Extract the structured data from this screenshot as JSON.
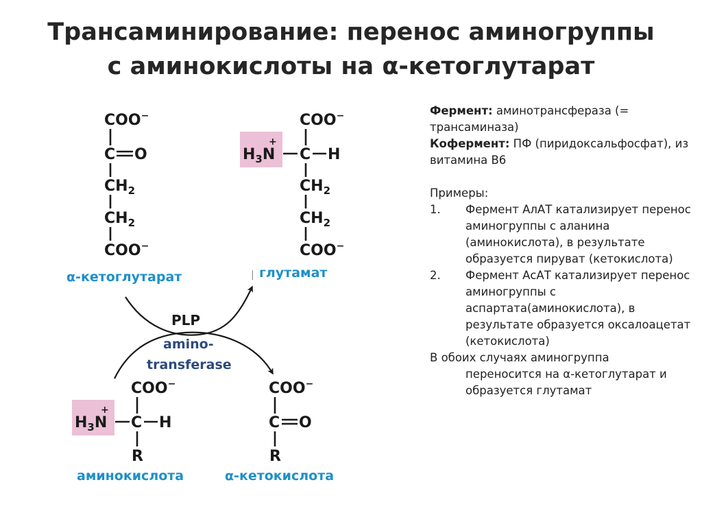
{
  "title": {
    "line1": "Трансаминирование: перенос аминогруппы",
    "line2": "с аминокислоты на α-кетоглутарат"
  },
  "scheme": {
    "coo": "COO",
    "charge_minus": "−",
    "charge_plus": "+",
    "carbon": "C",
    "oxygen": "O",
    "hydrogen": "H",
    "nitrogen": "N",
    "h3_h": "H",
    "h3_sub": "3",
    "ch2_c": "CH",
    "ch2_sub": "2",
    "radical": "R",
    "highlight_color": "#ecc0d6",
    "label_color": "#1e90c8",
    "enzyme_color": "#2c4a7c",
    "labels": {
      "alpha_ketoglutarate": "α-кетоглутарат",
      "glutamate": "глутамат",
      "amino_acid": "аминокислота",
      "alpha_keto_acid": "α-кетокислота"
    },
    "catalyst": {
      "plp": "PLP",
      "enzyme_line1": "amino-",
      "enzyme_line2": "transferase"
    },
    "glutamate_tick": "|"
  },
  "info": {
    "enzyme_label": "Фермент:",
    "enzyme_text": " аминотрансфераза (= трансаминаза)",
    "coenzyme_label": "Кофермент:",
    "coenzyme_text": " ПФ (пиридоксальфосфат), из витамина В6",
    "examples_heading": "Примеры:",
    "examples": [
      {
        "num": "1.",
        "text": "Фермент АлАТ катализирует перенос аминогруппы с аланина (аминокислота), в результате образуется пируват (кетокислота)"
      },
      {
        "num": "2.",
        "text": "Фермент АсАТ катализирует перенос аминогруппы с аспартата(аминокислота), в результате образуется оксалоацетат (кетокислота)"
      }
    ],
    "conclusion_first": "В обоих случаях аминогруппа",
    "conclusion_rest": "переносится на α-кетоглутарат и образуется глутамат"
  }
}
